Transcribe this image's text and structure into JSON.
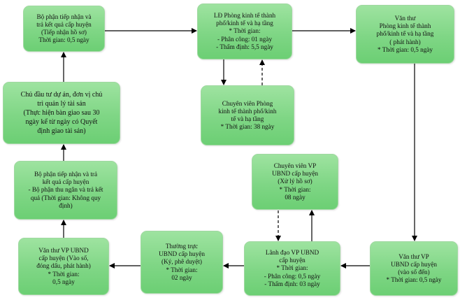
{
  "nodes": {
    "b1": {
      "lines": [
        "Bộ phận tiếp nhận và",
        "trả kết quả cấp huyện",
        "(Tiếp nhận hồ sơ)",
        "Thời gian: 0,5 ngày"
      ]
    },
    "b2": {
      "lines": [
        "LĐ Phòng kinh tế thành",
        "phố/kinh tế và hạ tầng",
        "* Thời gian:",
        "- Phân công: 01 ngày",
        "- Thẩm định: 5,5 ngày"
      ]
    },
    "b3": {
      "lines": [
        "Văn thư",
        "Phòng kinh tế thành",
        "phố/kinh tế và hạ tầng",
        "( phát hành)",
        "* Thời gian: 0,5 ngày"
      ]
    },
    "b4": {
      "lines": [
        "Chủ đầu tư dự án, đơn vị chủ",
        "trì quản lý tài sản",
        "(Thực hiện bàn giao sau 30",
        "ngày kể từ ngày có Quyết",
        "định giao tài sản)"
      ]
    },
    "b5": {
      "lines": [
        "Chuyên viên Phòng",
        "kinh tế thành phố/kinh",
        "tế và hạ tầng",
        "* Thời gian: 38 ngày"
      ]
    },
    "b6": {
      "lines": [
        "Bộ phận tiếp nhận và trả",
        "kết quả cấp huyện",
        "- Bộ phận thu ngân và trả kết",
        "quả (Thời gian: Không quy",
        "định)"
      ]
    },
    "b7": {
      "lines": [
        "Chuyên viên VP",
        "UBND cấp huyện",
        "(Xử lý hồ sơ)",
        "* Thời gian:",
        "08 ngày"
      ]
    },
    "b8": {
      "lines": [
        "Văn thư VP UBND",
        "cấp huyện (Vào sổ,",
        "đóng dấu, phát hành)",
        "* Thời gian:",
        "0,5 ngày"
      ]
    },
    "b9": {
      "lines": [
        "Thường trực",
        "UBND cấp huyện",
        "(Ký, phê duyệt)",
        "* Thời gian:",
        "02 ngày"
      ]
    },
    "b10": {
      "lines": [
        "Lãnh đạo VP UBND",
        "cấp huyện",
        "* Thời gian:",
        "- Phân công: 0,5 ngày",
        "- Thẩm định: 03 ngày"
      ]
    },
    "b11": {
      "lines": [
        "Văn thư VP",
        "UBND cấp huyện",
        "(vào sổ đến)",
        "* Thời gian: 0,5 ngày"
      ]
    }
  },
  "colors": {
    "box_fill": "#7fd685",
    "arrow": "#000000"
  }
}
